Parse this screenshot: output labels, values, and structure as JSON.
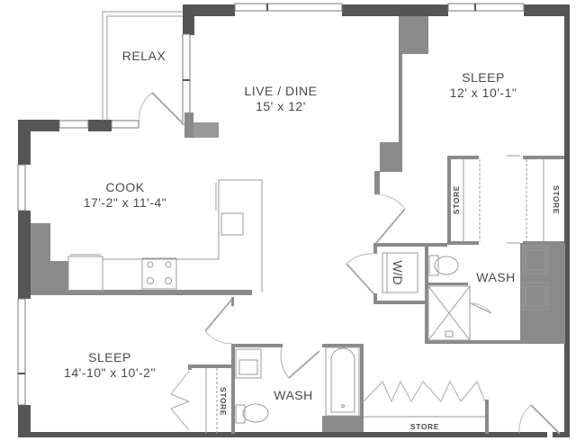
{
  "floorplan": {
    "colors": {
      "exterior_wall": "#555555",
      "interior_wall": "#8a8a8a",
      "fixture_line": "#9a9a9a",
      "text": "#4a4a4a",
      "background": "#ffffff"
    },
    "rooms": [
      {
        "id": "relax",
        "name": "RELAX",
        "dimensions": ""
      },
      {
        "id": "live-dine",
        "name": "LIVE / DINE",
        "dimensions": "15' x 12'"
      },
      {
        "id": "sleep-primary",
        "name": "SLEEP",
        "dimensions": "12' x 10'-1\""
      },
      {
        "id": "cook",
        "name": "COOK",
        "dimensions": "17'-2\" x 11'-4\""
      },
      {
        "id": "sleep-secondary",
        "name": "SLEEP",
        "dimensions": "14'-10\" x 10'-2\""
      },
      {
        "id": "wash-primary",
        "name": "WASH",
        "dimensions": ""
      },
      {
        "id": "wash-secondary",
        "name": "WASH",
        "dimensions": ""
      }
    ],
    "fixtures": {
      "laundry": "W/D",
      "store_labels": [
        "STORE",
        "STORE",
        "STORE",
        "STORE"
      ]
    }
  }
}
